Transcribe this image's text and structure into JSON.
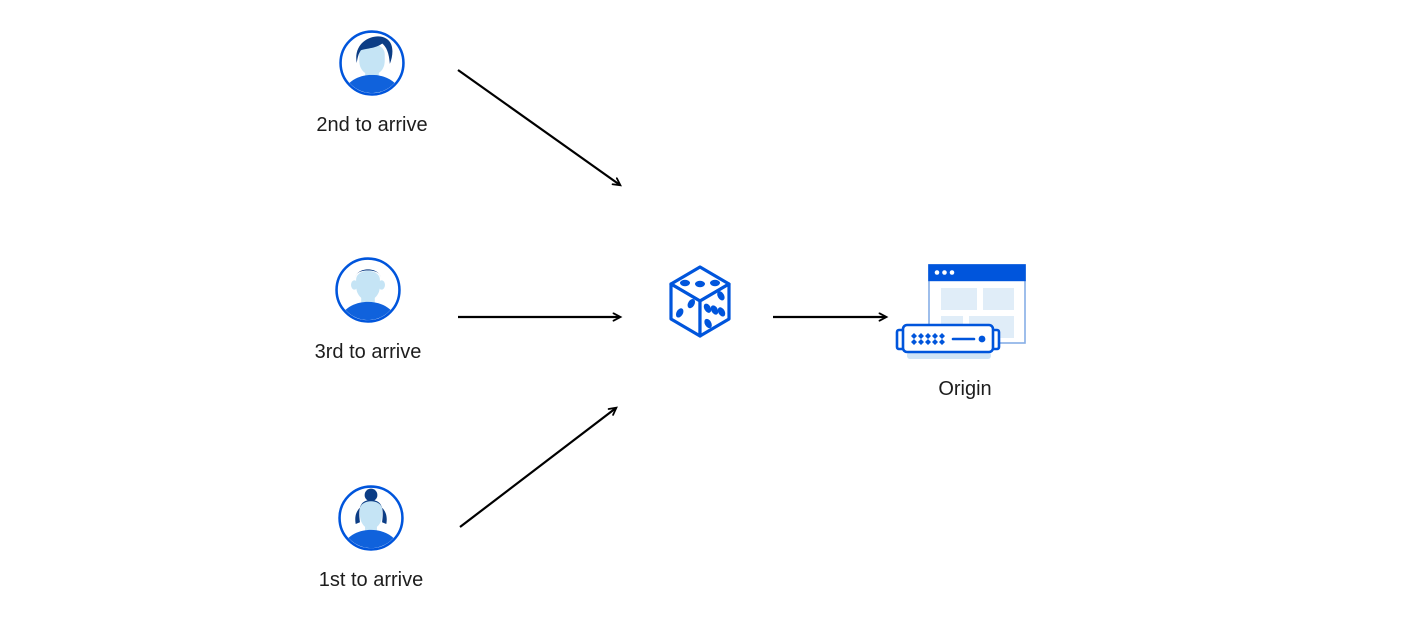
{
  "colors": {
    "primary_blue": "#0055dc",
    "shirt_blue": "#1062dc",
    "hair_navy": "#0c3d85",
    "skin_light_blue": "#c5e4f5",
    "pale_blue": "#e0edf8",
    "window_border_blue": "#86aee6",
    "server_base_blue": "#cfe4f6",
    "arrow_black": "#000000",
    "label_text": "#1d1d1d"
  },
  "clients": [
    {
      "label": "2nd to arrive",
      "avatar": "man-swept-hair-avatar-icon"
    },
    {
      "label": "3rd to arrive",
      "avatar": "man-flat-top-avatar-icon"
    },
    {
      "label": "1st to arrive",
      "avatar": "woman-hair-bun-avatar-icon"
    }
  ],
  "router": {
    "icon": "dice-icon"
  },
  "origin": {
    "label": "Origin",
    "icon": "origin-server-icon"
  }
}
